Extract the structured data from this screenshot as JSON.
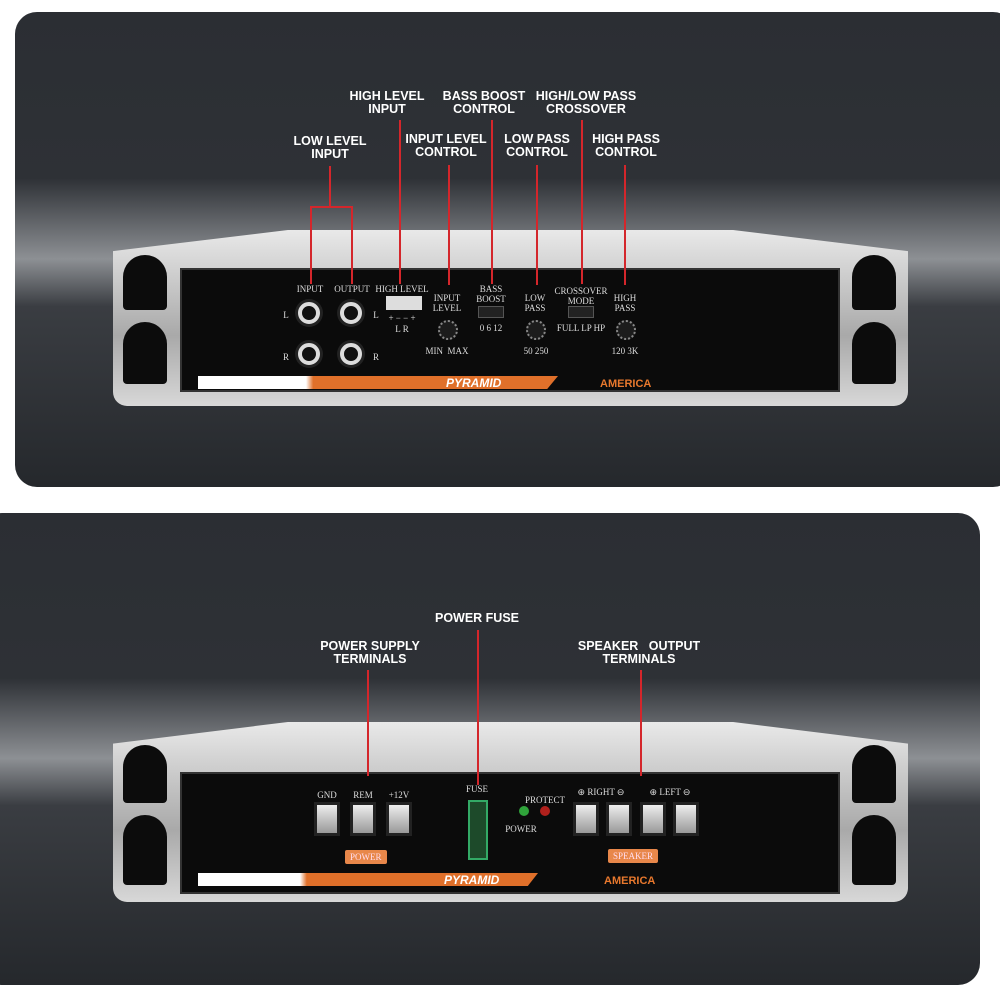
{
  "top": {
    "callouts": {
      "low_level_input": "LOW LEVEL\nINPUT",
      "high_level_input": "HIGH LEVEL\nINPUT",
      "input_level_control": "INPUT LEVEL\nCONTROL",
      "bass_boost_control": "BASS BOOST\nCONTROL",
      "crossover": "HIGH/LOW PASS\nCROSSOVER",
      "low_pass_control": "LOW PASS\nCONTROL",
      "high_pass_control": "HIGH PASS\nCONTROL"
    },
    "panel": {
      "input": "INPUT",
      "output": "OUTPUT",
      "high_level": "HIGH  LEVEL",
      "l": "L",
      "r": "R",
      "hl_pins": "+ − − +",
      "hl_lr": "L      R",
      "input_level": "INPUT\nLEVEL",
      "min": "MIN",
      "max": "MAX",
      "bass_boost": "BASS\nBOOST",
      "bass_values": "0  6  12",
      "low_pass": "LOW\nPASS",
      "lp_range": "50   250",
      "crossover_mode": "CROSSOVER\nMODE",
      "xo_values": "FULL  LP HP",
      "high_pass": "HIGH\nPASS",
      "hp_range": "120   3K"
    }
  },
  "bottom": {
    "callouts": {
      "power_fuse": "POWER FUSE",
      "power_supply": "POWER SUPPLY\nTERMINALS",
      "speaker_output": "SPEAKER   OUTPUT\nTERMINALS"
    },
    "panel": {
      "gnd": "GND",
      "rem": "REM",
      "v12": "+12V",
      "power_tag": "POWER",
      "fuse": "FUSE",
      "protect": "PROTECT",
      "power_led": "POWER",
      "right": "⊕ RIGHT ⊖",
      "left": "⊕ LEFT ⊖",
      "speaker_tag": "SPEAKER"
    }
  },
  "brand": "PYRAMID",
  "brand_sub": "AMERICA",
  "colors": {
    "callout_line": "#d4262b",
    "accent_orange": "#e8782d",
    "led_power": "#2fa33a",
    "led_protect": "#b0201c"
  }
}
